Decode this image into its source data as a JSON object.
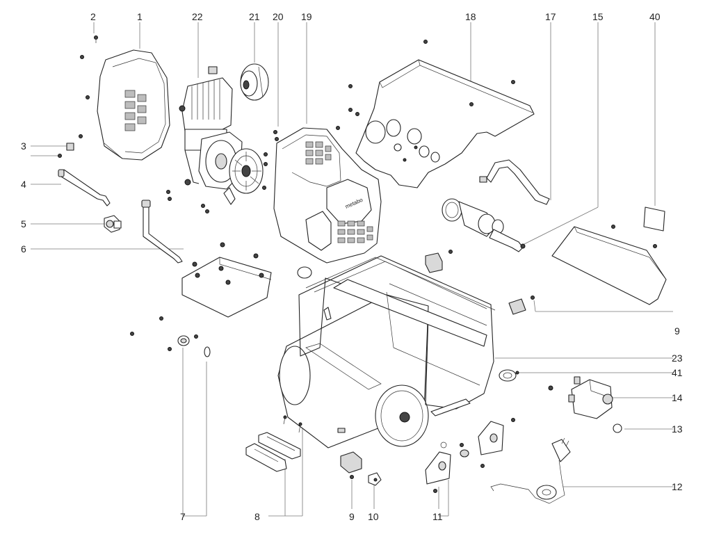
{
  "labels": {
    "l2": "2",
    "l1": "1",
    "l22": "22",
    "l21": "21",
    "l20": "20",
    "l19": "19",
    "l18": "18",
    "l17": "17",
    "l15": "15",
    "l40": "40",
    "l3": "3",
    "l4": "4",
    "l5": "5",
    "l6": "6",
    "l9r": "9",
    "l23": "23",
    "l41": "41",
    "l14": "14",
    "l13": "13",
    "l12": "12",
    "l7": "7",
    "l8": "8",
    "l9b": "9",
    "l10": "10",
    "l11": "11"
  },
  "brand_text": "metabo"
}
